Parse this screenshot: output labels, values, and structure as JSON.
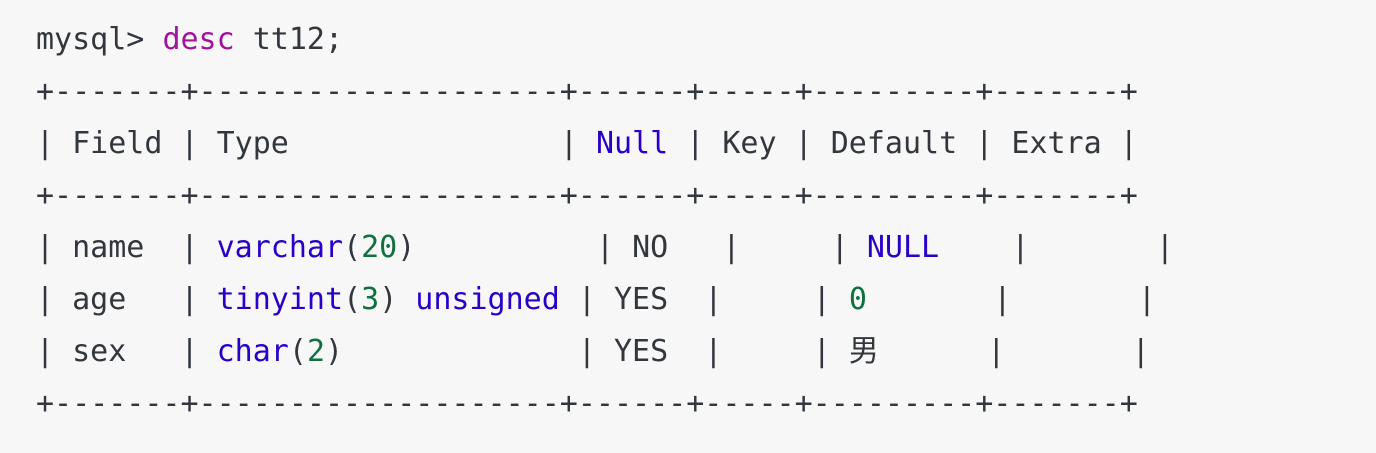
{
  "terminal": {
    "background_color": "#f7f7f7",
    "foreground_color": "#32363d",
    "colors": {
      "keyword": "#a0149b",
      "type": "#2a00c8",
      "null": "#2a00c8",
      "number": "#107040",
      "plain": "#32363d"
    },
    "prompt": {
      "prefix": "mysql>",
      "command_keyword": "desc",
      "command_argument": "tt12;",
      "full_line": "mysql> desc tt12;"
    },
    "rule": "+-------+--------------------+------+-----+---------+-------+",
    "table": {
      "columns": [
        {
          "header": "Field",
          "width": 7
        },
        {
          "header": "Type",
          "width": 20
        },
        {
          "header": "Null",
          "width": 6
        },
        {
          "header": "Key",
          "width": 5
        },
        {
          "header": "Default",
          "width": 9
        },
        {
          "header": "Extra",
          "width": 7
        }
      ],
      "rows": [
        {
          "field": "name",
          "type_base": "varchar",
          "type_open": "(",
          "type_size": "20",
          "type_close": ")",
          "type_suffix": "",
          "null": "NO",
          "key": "",
          "default": "NULL",
          "default_kind": "null",
          "extra": ""
        },
        {
          "field": "age",
          "type_base": "tinyint",
          "type_open": "(",
          "type_size": "3",
          "type_close": ")",
          "type_suffix": " unsigned",
          "null": "YES",
          "key": "",
          "default": "0",
          "default_kind": "number",
          "extra": ""
        },
        {
          "field": "sex",
          "type_base": "char",
          "type_open": "(",
          "type_size": "2",
          "type_close": ")",
          "type_suffix": "",
          "null": "YES",
          "key": "",
          "default": "男",
          "default_kind": "cjk",
          "extra": ""
        }
      ]
    }
  }
}
